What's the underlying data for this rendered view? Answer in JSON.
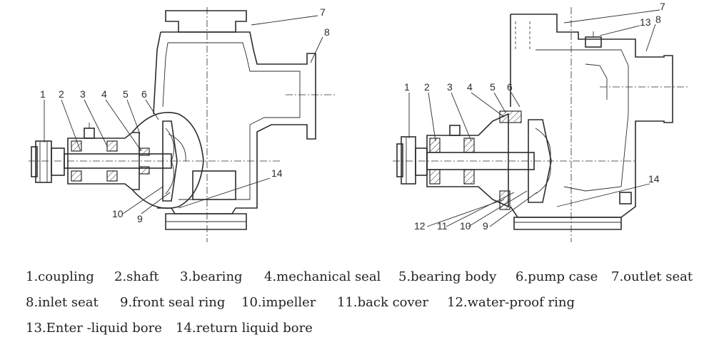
{
  "callouts_left": [
    "1",
    "2",
    "3",
    "4",
    "5",
    "6",
    "7",
    "8",
    "9",
    "10",
    "14"
  ],
  "callouts_right": [
    "1",
    "2",
    "3",
    "4",
    "5",
    "6",
    "7",
    "13",
    "8",
    "12",
    "11",
    "10",
    "9",
    "14"
  ],
  "legend": [
    [
      "1.coupling",
      "2.shaft",
      "3.bearing",
      "4.mechanical seal",
      "5.bearing body",
      "6.pump case",
      "7.outlet seat"
    ],
    [
      "8.inlet seat",
      "9.front seal ring",
      "10.impeller",
      "11.back cover",
      "12.water-proof ring"
    ],
    [
      "13.Enter -liquid bore",
      "14.return liquid bore"
    ]
  ]
}
